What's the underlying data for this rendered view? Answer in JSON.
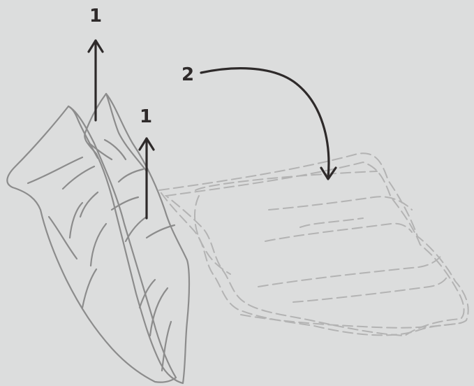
{
  "labels": {
    "step_1_top": "1",
    "step_1_mid": "1",
    "step_2": "2"
  },
  "colors": {
    "background": "#dcdddd",
    "arrow": "#2e2a2a",
    "item_outline": "#8c8c8c",
    "dashed_outline": "#b3b3b3"
  },
  "icons": {
    "up_arrow": "arrow-up-icon",
    "curved_arrow": "curved-arrow-icon"
  }
}
